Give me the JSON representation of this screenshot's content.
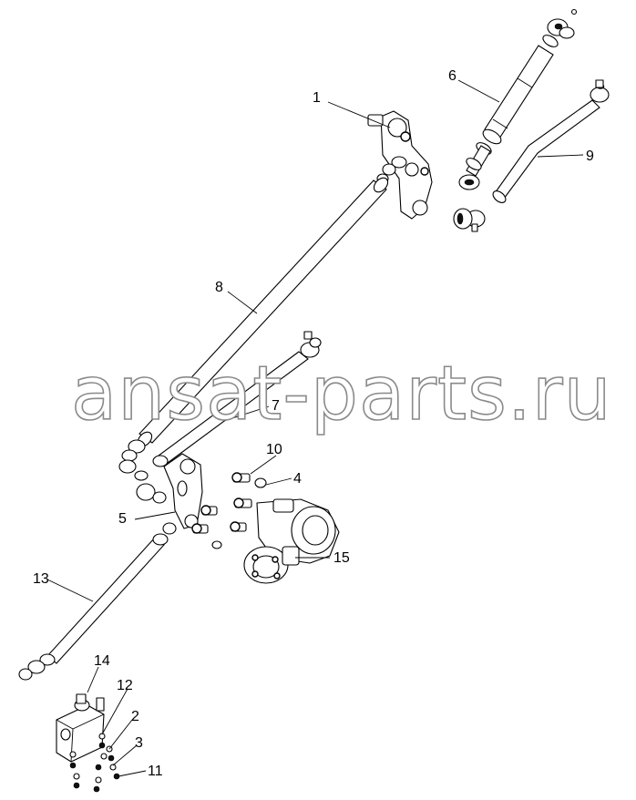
{
  "watermark": "ansat-parts.ru",
  "callouts": [
    {
      "id": "1",
      "label": "1"
    },
    {
      "id": "2",
      "label": "2"
    },
    {
      "id": "3",
      "label": "3"
    },
    {
      "id": "4",
      "label": "4"
    },
    {
      "id": "5",
      "label": "5"
    },
    {
      "id": "6",
      "label": "6"
    },
    {
      "id": "7",
      "label": "7"
    },
    {
      "id": "8",
      "label": "8"
    },
    {
      "id": "9",
      "label": "9"
    },
    {
      "id": "10",
      "label": "10"
    },
    {
      "id": "11",
      "label": "11"
    },
    {
      "id": "12",
      "label": "12"
    },
    {
      "id": "13",
      "label": "13"
    },
    {
      "id": "14",
      "label": "14"
    },
    {
      "id": "15",
      "label": "15"
    }
  ]
}
